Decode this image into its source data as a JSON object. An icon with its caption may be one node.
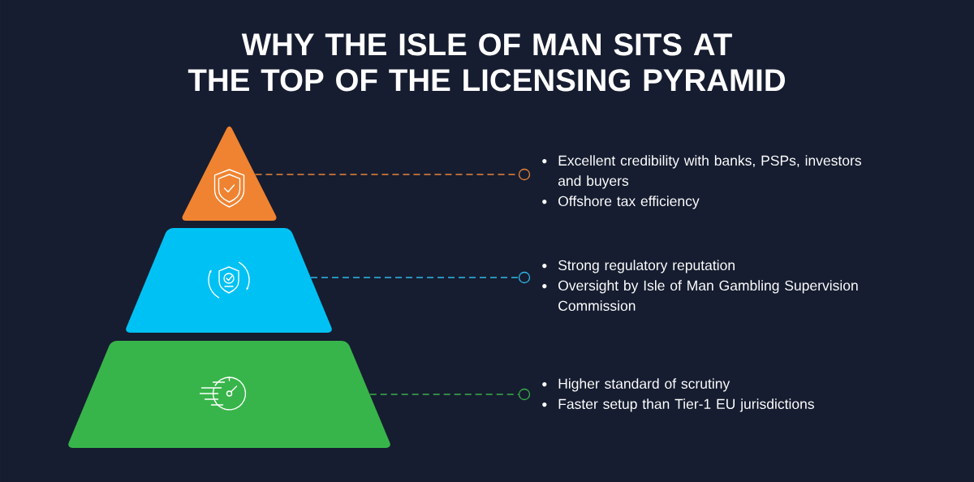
{
  "diagram": {
    "title": "WHY THE ISLE OF MAN SITS AT THE TOP OF THE LICENSING PYRAMID",
    "nodes": [
      {
        "text": [],
        "shape": "triangle"
      },
      {
        "text": [],
        "shape": "trapezoid"
      },
      {
        "text": [],
        "shape": "trapezoid"
      },
      {
        "text": [
          "Excellent credibility with banks, PSPs, investors and buyers",
          "Offshore tax efficiency"
        ]
      },
      {
        "text": [
          "Strong regulatory reputation",
          "Oversight by Isle of Man Gambling Supervision Commission"
        ]
      },
      {
        "text": [
          "Higher standard of scrutiny",
          "Faster setup than Tier-1 EU jurisdictions"
        ]
      },
      {
        "text": [],
        "shape": "circle"
      },
      {
        "text": [],
        "shape": "circle"
      },
      {
        "text": [],
        "shape": "circle"
      }
    ],
    "edges": [
      {
        "from": 0,
        "to": 6,
        "arrow": "none",
        "style": "dashed",
        "color": "#e8843a"
      },
      {
        "from": 1,
        "to": 7,
        "arrow": "none",
        "style": "dashed",
        "color": "#2fb8e8"
      },
      {
        "from": 2,
        "to": 8,
        "arrow": "none",
        "style": "dashed",
        "color": "#3aae4a"
      }
    ]
  }
}
